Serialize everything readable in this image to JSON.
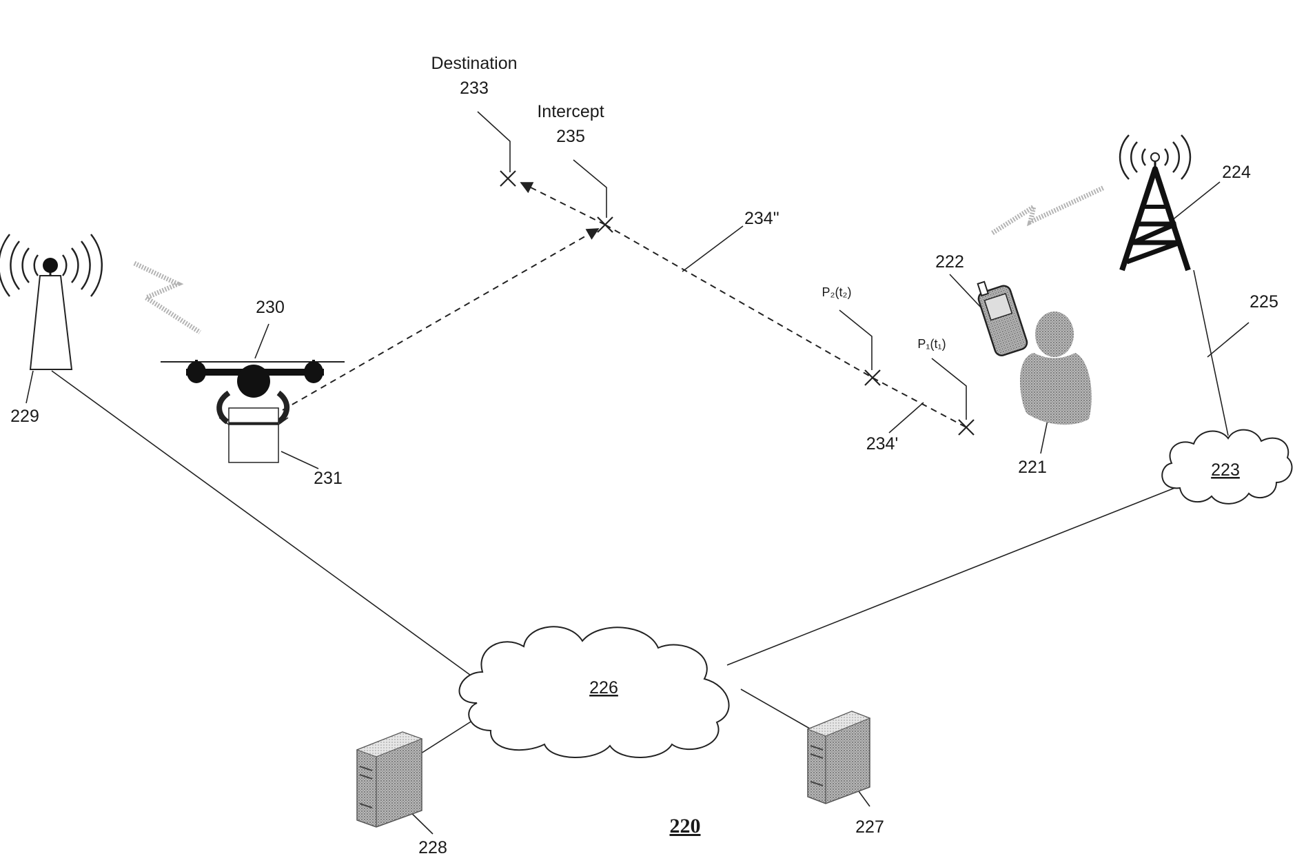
{
  "figure_number": "220",
  "labels": {
    "destination_word": "Destination",
    "destination_num": "233",
    "intercept_word": "Intercept",
    "intercept_num": "235",
    "path_2": "234\"",
    "path_1": "234'",
    "p2": "P₂(t₂)",
    "p1": "P₁(t₁)",
    "drone": "230",
    "package": "231",
    "base_station_left": "229",
    "tower_right": "224",
    "phone": "222",
    "person": "221",
    "link_225": "225",
    "cloud_small": "223",
    "cloud_main": "226",
    "server_right": "227",
    "server_left": "228"
  },
  "icons": {
    "drone": "drone-icon",
    "package": "package-icon",
    "base_station": "base-station-icon",
    "tower": "cell-tower-icon",
    "phone": "mobile-phone-icon",
    "person": "person-icon",
    "server": "server-icon",
    "cloud": "cloud-icon",
    "wireless": "wireless-link-icon"
  },
  "colors": {
    "ink": "#222222",
    "shade": "#8c8c8c"
  }
}
